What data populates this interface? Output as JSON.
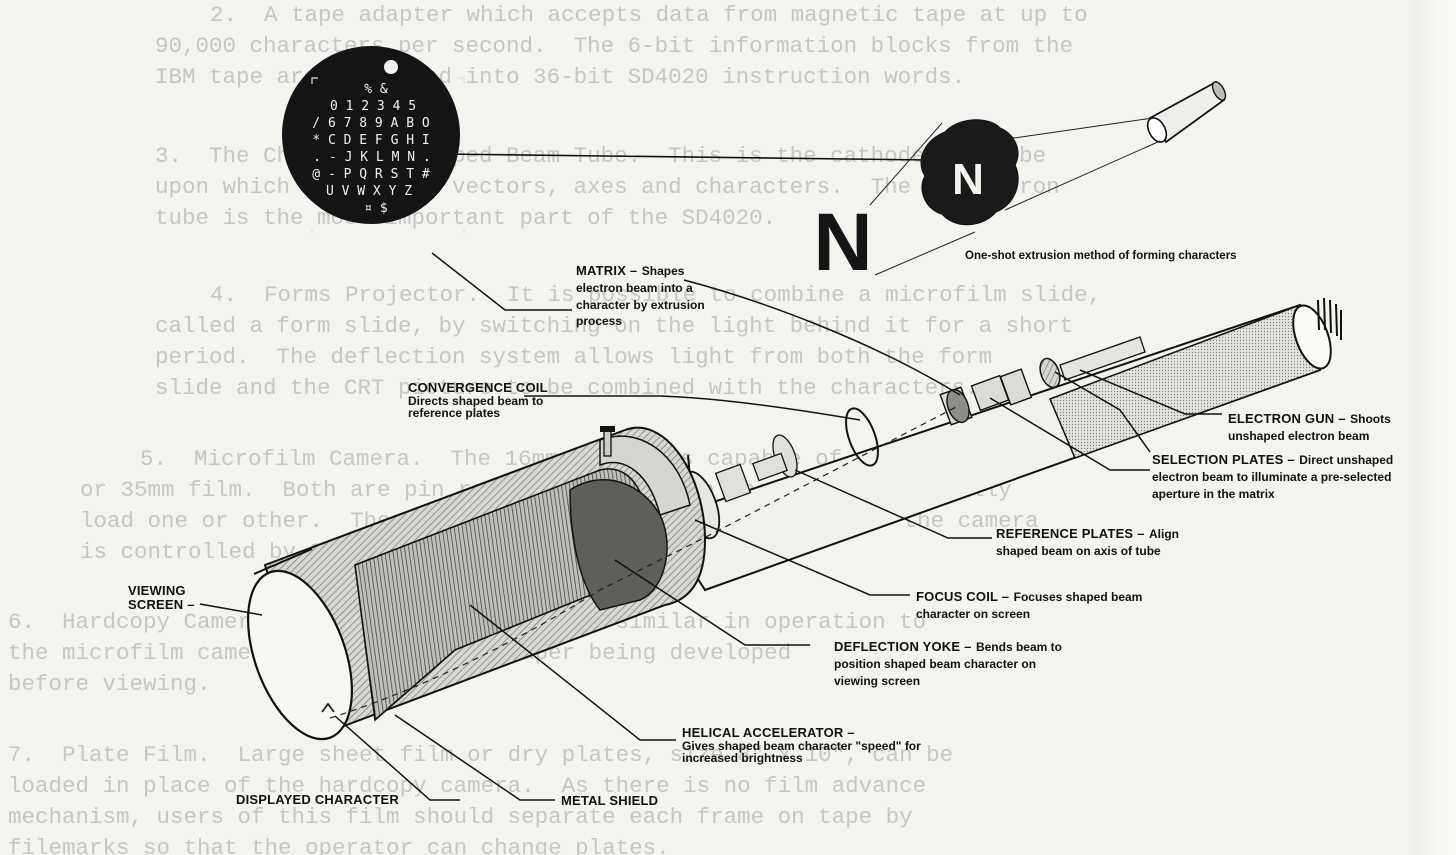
{
  "background_text": [
    "2.  A tape adapter which accepts data from magnetic tape at up to",
    "90,000 characters per second.  The 6-bit information blocks from the",
    "IBM tape are assembled into 36-bit SD4020 instruction words.",
    "3.  The Charactron Shaped Beam Tube.  This is the cathode ray tube",
    "upon which are formed vectors, axes and characters.  The Charactron",
    "tube is the most important part of the SD4020.",
    "4.  Forms Projector.  It is possible to combine a microfilm slide,",
    "called a form slide, by switching on the light behind it for a short",
    "period.  The deflection system allows light from both the form",
    "slide and the CRT picture to be combined with the characters.",
    "5.  Microfilm Camera.  The 16mm camera is capable of running 16mm",
    "or 35mm film.  Both are pin registered, and the operator can manually",
    "load one or other.  The film advance is under the control of the camera",
    "is controlled by SD4020 instructions.",
    "6.  Hardcopy Camera.  The hardcopy camera is similar in operation to",
    "the microfilm camera, photorecording paper being developed",
    "before viewing.",
    "7.  Plate Film.  Large sheet film or dry plates, size 8\" x 10\", can be",
    "loaded in place of the hardcopy camera.  As there is no film advance",
    "mechanism, users of this film should separate each frame on tape by",
    "filemarks so that the operator can change plates."
  ],
  "matrix_rows": [
    "% &",
    "0 1 2 3 4 5",
    "/ 6 7 8 9 A B O",
    "* C D E F G H I",
    ". - J K L M N .",
    "@ - P Q R S T #",
    "U V W X Y Z",
    "¤ $"
  ],
  "extrusion_letter": "N",
  "extrusion_caption": "One-shot extrusion method of forming characters",
  "labels": {
    "matrix": {
      "title": "MATRIX –",
      "desc": "Shapes electron beam into a character by extrusion process"
    },
    "convergence": {
      "title": "CONVERGENCE COIL",
      "desc": "Directs shaped beam to reference plates"
    },
    "gun": {
      "title": "ELECTRON GUN –",
      "desc": "Shoots unshaped electron beam"
    },
    "selection": {
      "title": "SELECTION PLATES –",
      "desc": "Direct unshaped electron beam to illuminate a pre-selected aperture in the matrix"
    },
    "reference": {
      "title": "REFERENCE PLATES –",
      "desc": "Align shaped beam on axis of tube"
    },
    "focus": {
      "title": "FOCUS COIL –",
      "desc": "Focuses shaped beam character on screen"
    },
    "deflection": {
      "title": "DEFLECTION YOKE –",
      "desc": "Bends beam to position shaped beam character on viewing screen"
    },
    "viewing": {
      "title": "VIEWING SCREEN –"
    },
    "helical": {
      "title": "HELICAL ACCELERATOR –",
      "desc": "Gives shaped beam character \"speed\" for increased brightness"
    },
    "displayed": {
      "title": "DISPLAYED CHARACTER"
    },
    "shield": {
      "title": "METAL SHIELD"
    }
  },
  "colors": {
    "ink": "#111111",
    "paper": "#f4f3ee",
    "faded_text": "#c7c6c2",
    "hatch": "#8a8a88"
  }
}
